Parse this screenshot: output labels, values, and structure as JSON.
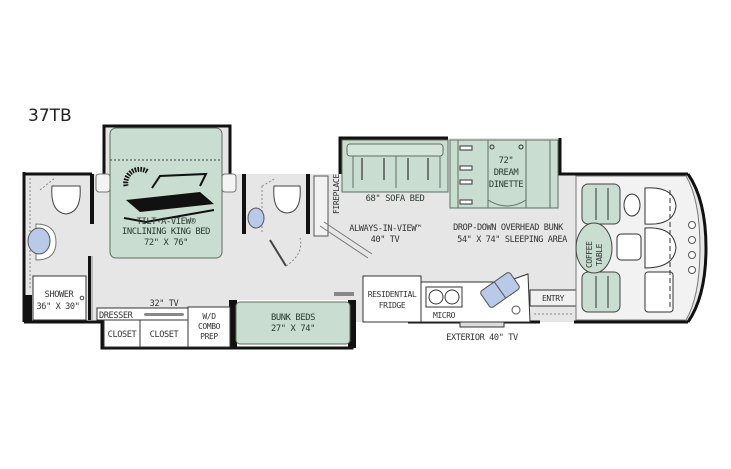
{
  "model": "37TB",
  "colors": {
    "floor": "#e6e6e6",
    "wall": "#111111",
    "furniture_green": "#c9ddd0",
    "furniture_green_stroke": "#5f6f64",
    "fixture_blue": "#b8c9ea",
    "cabinet": "#ffffff"
  },
  "rooms": {
    "master_bed": {
      "line1": "TILT-A-VIEW®",
      "line2": "INCLINING KING BED",
      "line3": "72\" X 76\""
    },
    "shower": {
      "line1": "SHOWER",
      "line2": "36\" X 30\""
    },
    "dresser": "DRESSER",
    "tv_bedroom": "32\" TV",
    "closet_1": "CLOSET",
    "closet_2": "CLOSET",
    "wd": {
      "line1": "W/D",
      "line2": "COMBO",
      "line3": "PREP"
    },
    "bunk_beds": {
      "line1": "BUNK BEDS",
      "line2": "27\" X 74\""
    },
    "fireplace": "FIREPLACE",
    "sofa_bed": "68\" SOFA BED",
    "tv_living": {
      "line1": "ALWAYS-IN-VIEW™",
      "line2": "40\" TV"
    },
    "dinette": {
      "line1": "72\"",
      "line2": "DREAM",
      "line3": "DINETTE"
    },
    "overhead_bunk": {
      "line1": "DROP-DOWN OVERHEAD BUNK",
      "line2": "54\" X 74\" SLEEPING AREA"
    },
    "fridge": {
      "line1": "RESIDENTIAL",
      "line2": "FRIDGE"
    },
    "micro": "MICRO",
    "entry": "ENTRY",
    "exterior_tv": "EXTERIOR 40\" TV",
    "coffee_table": {
      "line1": "COFFEE",
      "line2": "TABLE"
    }
  }
}
